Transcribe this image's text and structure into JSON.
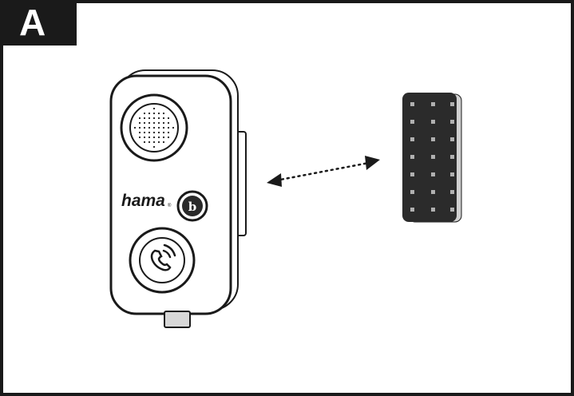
{
  "figure": {
    "panel_label": "A",
    "device": {
      "brand": "hama",
      "button_letter": "b"
    },
    "colors": {
      "outline": "#1a1a1a",
      "pad": "#2b2b2b",
      "pad_dots": "#b0b0b0"
    }
  }
}
